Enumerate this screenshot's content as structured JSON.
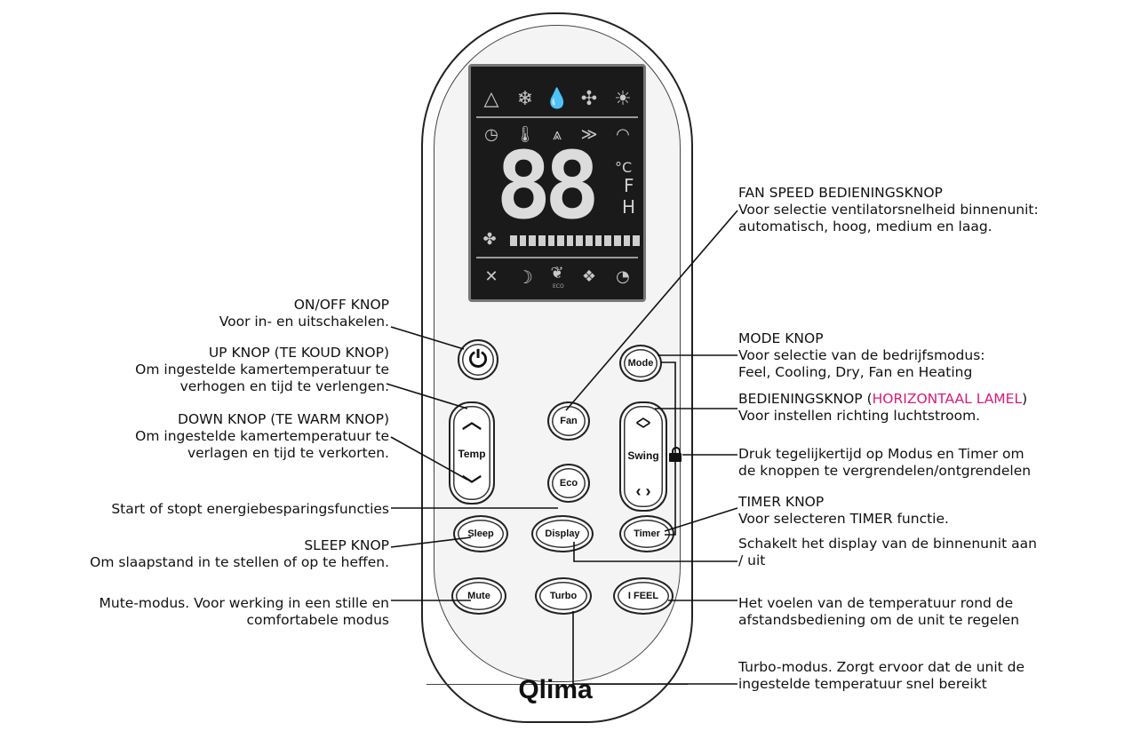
{
  "brand": "Qlima",
  "buttons": {
    "fan": "Fan",
    "mode": "Mode",
    "temp": "Temp",
    "swing": "Swing",
    "eco": "Eco",
    "sleep": "Sleep",
    "display": "Display",
    "timer": "Timer",
    "mute": "Mute",
    "turbo": "Turbo",
    "ifeel": "I FEEL"
  },
  "lcd": {
    "digits": "88",
    "unit_c": "°C",
    "unit_f": "F",
    "unit_h": "H",
    "eco_tiny": "ECO"
  },
  "callouts": {
    "onoff_title": "ON/OFF KNOP",
    "onoff_desc": "Voor in- en uitschakelen.",
    "up_title": "UP KNOP (TE KOUD KNOP)",
    "up_desc1": "Om ingestelde kamertemperatuur te",
    "up_desc2": "verhogen en tijd te verlengen.",
    "down_title": "DOWN KNOP (TE WARM KNOP)",
    "down_desc1": "Om ingestelde kamertemperatuur te",
    "down_desc2": "verlagen en tijd te verkorten.",
    "eco_desc": "Start of stopt energiebesparingsfuncties",
    "sleep_title": "SLEEP KNOP",
    "sleep_desc": "Om slaapstand in te stellen of op te heffen.",
    "mute_desc1": "Mute-modus. Voor werking in een stille en",
    "mute_desc2": "comfortabele modus",
    "fan_title": "FAN SPEED BEDIENINGSKNOP",
    "fan_desc1": "Voor selectie ventilatorsnelheid binnenunit:",
    "fan_desc2": "automatisch, hoog, medium en laag.",
    "mode_title": "MODE KNOP",
    "mode_desc1": "Voor selectie van de bedrijfsmodus:",
    "mode_desc2": "Feel, Cooling, Dry, Fan en Heating",
    "swing_title_pre": "BEDIENINGSKNOP (",
    "swing_title_pink": "HORIZONTAAL LAMEL",
    "swing_title_post": ")",
    "swing_desc": "Voor instellen richting luchtstroom.",
    "lock_desc1": "Druk tegelijkertijd op Modus en Timer om",
    "lock_desc2": "de knoppen te vergrendelen/ontgrendelen",
    "timer_title": "TIMER KNOP",
    "timer_desc": "Voor selecteren TIMER functie.",
    "display_desc1": "Schakelt het display van de binnenunit aan",
    "display_desc2": "/ uit",
    "ifeel_desc1": "Het voelen van de temperatuur rond de",
    "ifeel_desc2": "afstandsbediening om de unit te regelen",
    "turbo_desc1": "Turbo-modus. Zorgt ervoor dat de unit de",
    "turbo_desc2": "ingestelde temperatuur snel bereikt"
  },
  "colors": {
    "highlight": "#d81b7a",
    "lcd_bg": "#1a1a1a"
  }
}
